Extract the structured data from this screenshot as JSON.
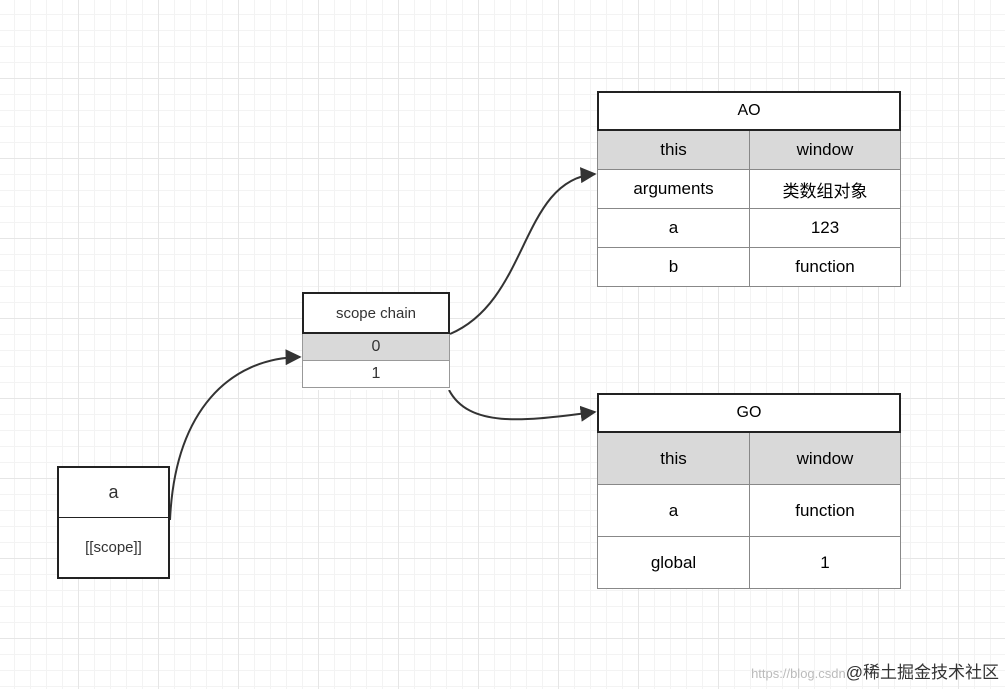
{
  "node_a": {
    "title": "a",
    "property": "[[scope]]"
  },
  "scope_chain": {
    "title": "scope chain",
    "items": [
      "0",
      "1"
    ]
  },
  "ao": {
    "title": "AO",
    "rows": [
      {
        "key": "this",
        "value": "window"
      },
      {
        "key": "arguments",
        "value": "类数组对象"
      },
      {
        "key": "a",
        "value": "123"
      },
      {
        "key": "b",
        "value": "function"
      }
    ]
  },
  "go": {
    "title": "GO",
    "rows": [
      {
        "key": "this",
        "value": "window"
      },
      {
        "key": "a",
        "value": "function"
      },
      {
        "key": "global",
        "value": "1"
      }
    ]
  },
  "watermark": {
    "url": "https://blog.csdn",
    "brand": "@稀土掘金技术社区"
  },
  "colors": {
    "line": "#333333",
    "header_fill": "#d9d9d9",
    "grid": "#e6e6e6"
  }
}
